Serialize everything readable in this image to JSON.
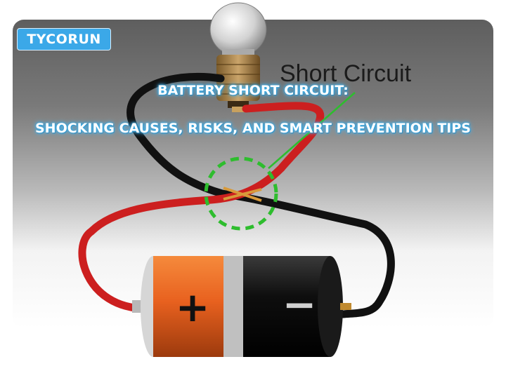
{
  "brand": {
    "logo_text": "TYCORUN"
  },
  "diagram": {
    "short_circuit_label": "Short Circuit"
  },
  "headline": {
    "line1": "BATTERY SHORT CIRCUIT:",
    "line2": "SHOCKING CAUSES, RISKS, AND SMART PREVENTION TIPS"
  },
  "battery": {
    "positive_symbol": "+",
    "negative_symbol": "−"
  },
  "colors": {
    "brand_blue": "#3ba8e8",
    "battery_orange": "#e8611f",
    "battery_black": "#0e0e0e",
    "wire_red": "#cc1f1f",
    "wire_black": "#111111",
    "highlight_green": "#2ebd2e"
  }
}
